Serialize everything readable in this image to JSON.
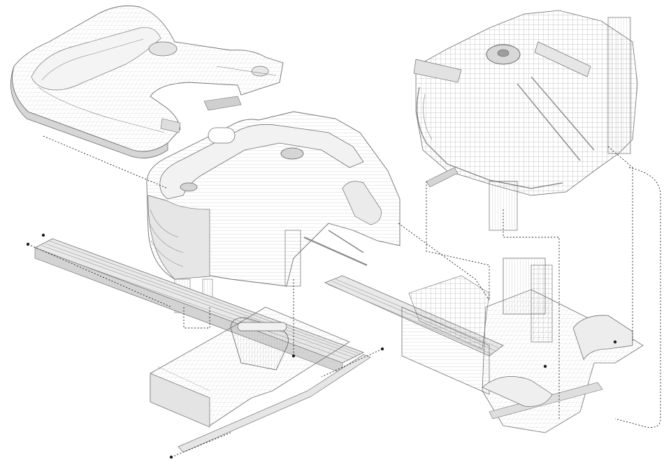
{
  "figure": {
    "kind": "exploded axonometric drawing",
    "background": "#ffffff",
    "line_color": "#6f6f6f",
    "fill_light": "#ececec",
    "fill_mid": "#dcdcdc",
    "fill_dark": "#c4c4c4",
    "leader_color": "#1e1e1e"
  },
  "components": [
    {
      "id": "roof-slab",
      "label": ""
    },
    {
      "id": "upper-tower-block",
      "label": ""
    },
    {
      "id": "curved-tower-block",
      "label": ""
    },
    {
      "id": "left-rail-tracks",
      "label": ""
    },
    {
      "id": "left-podium-base",
      "label": ""
    },
    {
      "id": "right-station-platform",
      "label": ""
    }
  ],
  "leaders": [
    {
      "id": "roof-to-tower"
    },
    {
      "id": "tower-to-base"
    },
    {
      "id": "cylinder-to-base"
    },
    {
      "id": "tower-to-station"
    },
    {
      "id": "upper-to-station-a"
    },
    {
      "id": "upper-to-station-b"
    },
    {
      "id": "upper-to-station-c"
    },
    {
      "id": "track-extent-left"
    },
    {
      "id": "track-extent-right"
    },
    {
      "id": "ramp-extent"
    }
  ]
}
